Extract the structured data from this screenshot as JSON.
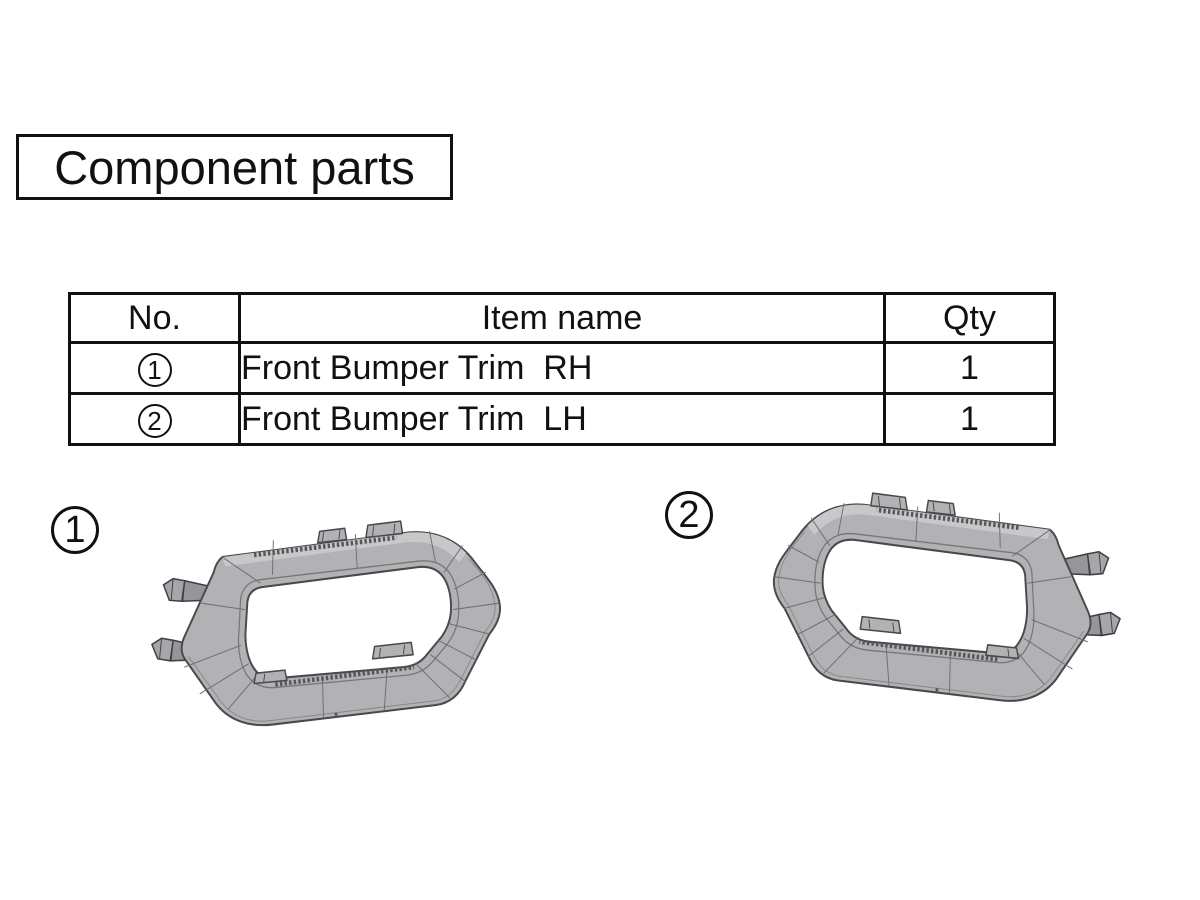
{
  "title": "Component parts",
  "table": {
    "headers": {
      "no": "No.",
      "item": "Item name",
      "qty": "Qty"
    },
    "rows": [
      {
        "no": "1",
        "item": "Front Bumper Trim  RH",
        "qty": "1"
      },
      {
        "no": "2",
        "item": "Front Bumper Trim  LH",
        "qty": "1"
      }
    ]
  },
  "figures": [
    {
      "label": "1",
      "name": "Front Bumper Trim RH illustration"
    },
    {
      "label": "2",
      "name": "Front Bumper Trim LH illustration"
    }
  ],
  "colors": {
    "background": "#ffffff",
    "line": "#111111",
    "part_fill": "#b2b2b5",
    "part_top_face": "#c8c8cb",
    "part_outline": "#49494d"
  }
}
